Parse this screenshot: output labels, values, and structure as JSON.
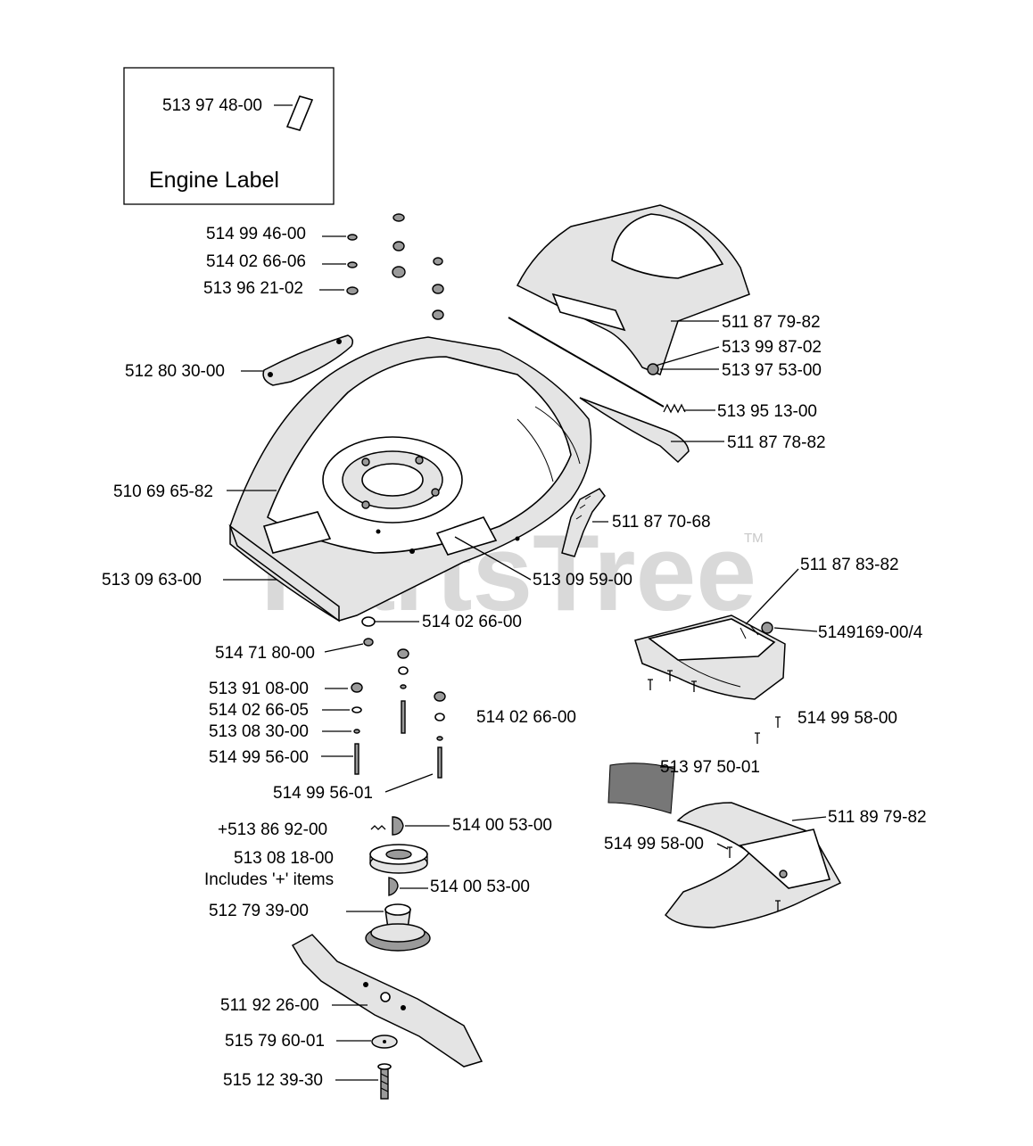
{
  "watermark": {
    "text": "PartsTree",
    "trademark": "TM"
  },
  "inset": {
    "part_number": "513 97 48-00",
    "caption": "Engine Label"
  },
  "callouts": [
    "514 99 46-00",
    "514 02 66-06",
    "513 96 21-02",
    "512 80 30-00",
    "510 69 65-82",
    "513 09 63-00",
    "513 09 59-00",
    "514 02 66-00",
    "514 71 80-00",
    "513 91 08-00",
    "514 02 66-05",
    "513 08 30-00",
    "514 99 56-00",
    "514 99 56-01",
    "514 02 66-00",
    "+513 86 92-00",
    "514 00 53-00",
    "513 08 18-00",
    "Includes '+' items",
    "514 00 53-00",
    "512 79 39-00",
    "511 92 26-00",
    "515 79 60-01",
    "515 12 39-30",
    "511 87 79-82",
    "513 99 87-02",
    "513 97 53-00",
    "513 95 13-00",
    "511 87 78-82",
    "511 87 70-68",
    "511 87 83-82",
    "5149169-00/4",
    "514 99 58-00",
    "513 97 50-01",
    "511 89 79-82",
    "514 99 58-00"
  ]
}
